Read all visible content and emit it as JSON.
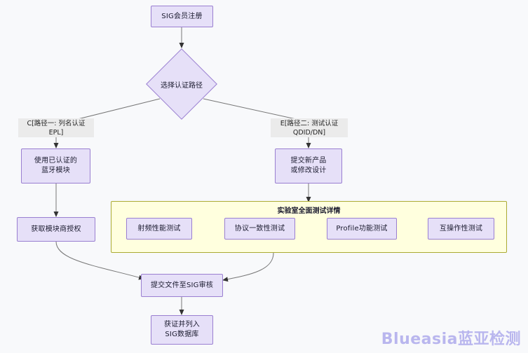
{
  "diagram": {
    "type": "flowchart",
    "title_watermark": "Blueasia蓝亚检测",
    "background_color": "#f8f9fb",
    "node_fill": "#e6e0f8",
    "node_stroke": "#9a7fd1",
    "subgraph_fill": "#ffffde",
    "subgraph_stroke": "#aaaa33",
    "edge_color": "#555555",
    "watermark_color": "#b9b6ee"
  },
  "nodes": {
    "start": {
      "label": "SIG会员注册"
    },
    "decision": {
      "label": "选择认证路径"
    },
    "path_a_step1": {
      "label_line1": "使用已认证的",
      "label_line2": "蓝牙模块"
    },
    "path_a_step2": {
      "label": "获取模块商授权"
    },
    "path_b_step1": {
      "label_line1": "提交新产品",
      "label_line2": "或修改设计"
    },
    "submit": {
      "label": "提交文件至SIG审核"
    },
    "final": {
      "label_line1": "获证并列入",
      "label_line2": "SIG数据库"
    }
  },
  "edge_labels": {
    "left": {
      "line1": "C[路径一: 列名认证",
      "line2": "EPL]"
    },
    "right": {
      "line1": "E[路径二: 测试认证",
      "line2": "QDID/DN]"
    }
  },
  "subgraph": {
    "title": "实验室全面测试详情",
    "steps": [
      {
        "label": "射频性能测试"
      },
      {
        "label": "协议一致性测试"
      },
      {
        "label": "Profile功能测试"
      },
      {
        "label": "互操作性测试"
      }
    ]
  }
}
